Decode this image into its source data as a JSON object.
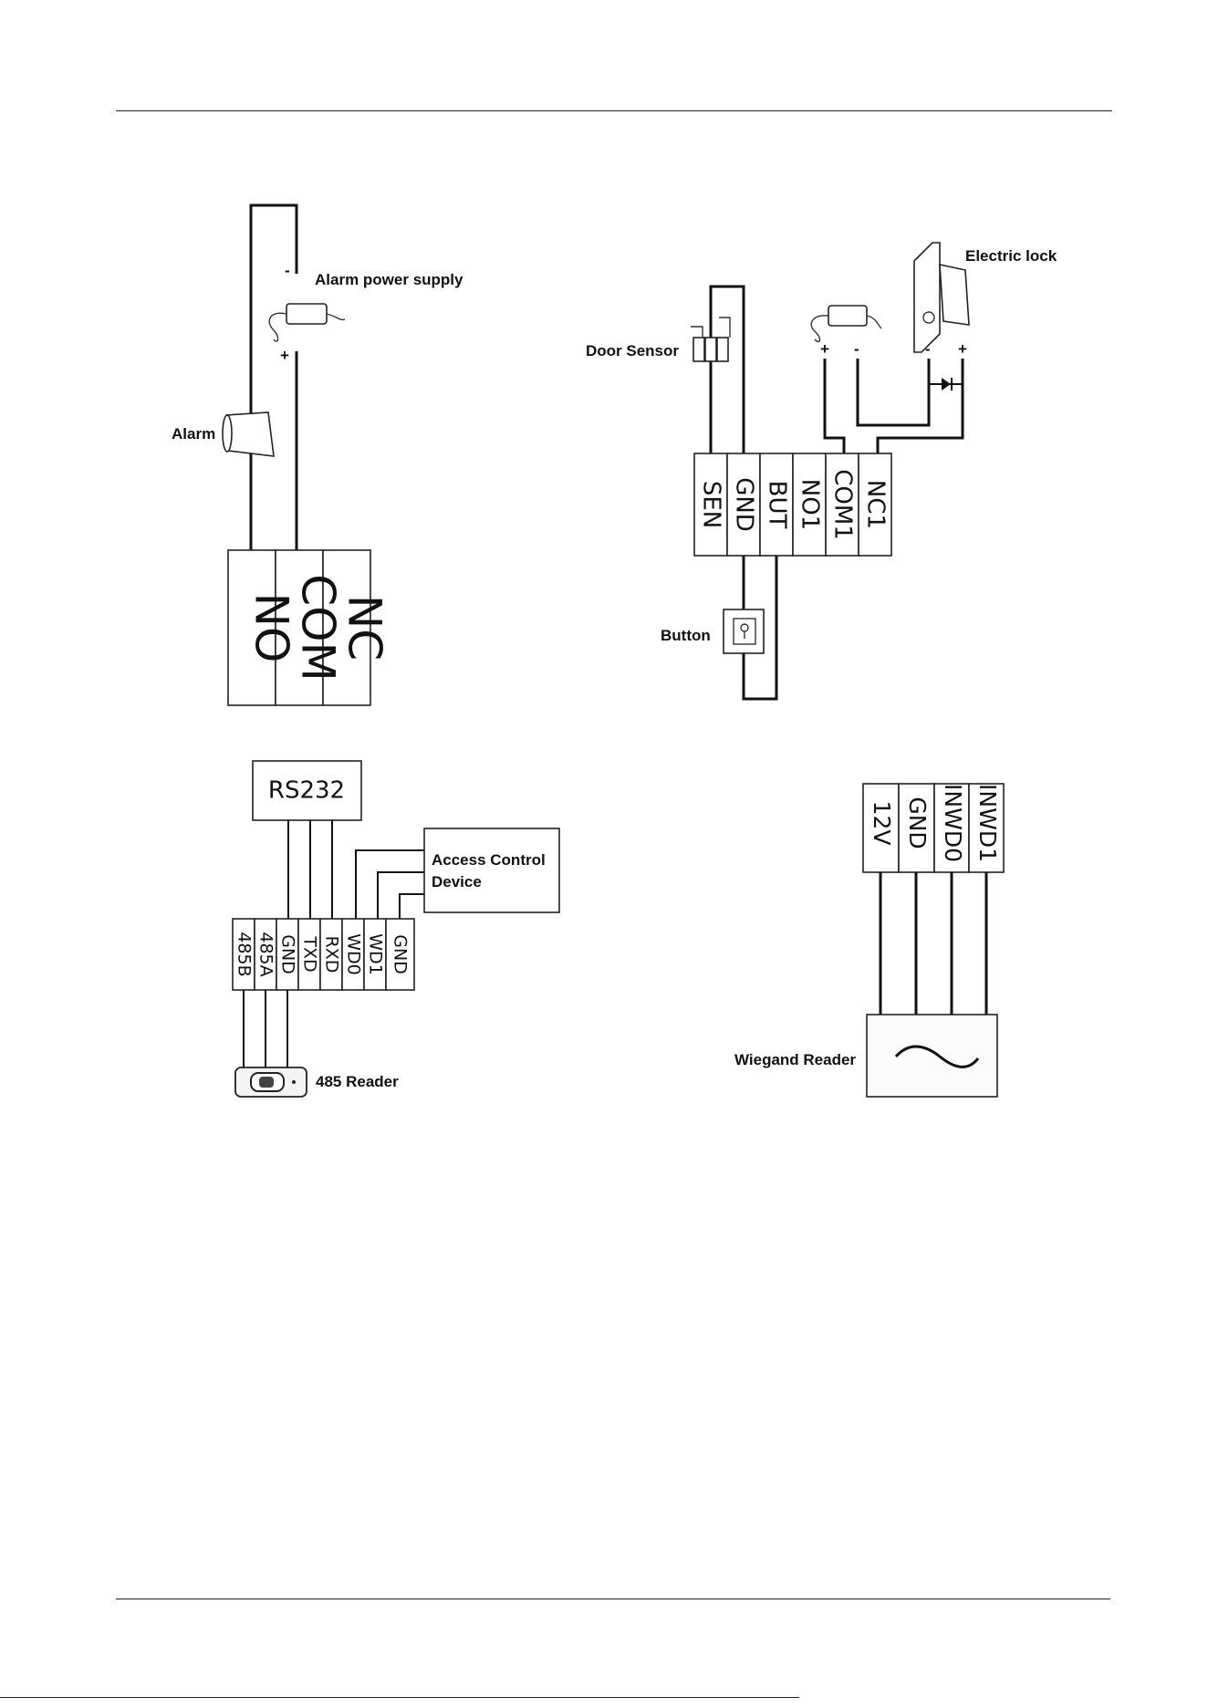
{
  "diagram_alarm": {
    "power_label": "Alarm power supply",
    "minus_sign": "-",
    "plus_sign": "+",
    "alarm_label": "Alarm",
    "terminals": [
      "NO",
      "COM",
      "NC"
    ]
  },
  "diagram_lock": {
    "lock_label": "Electric lock",
    "door_sensor_label": "Door Sensor",
    "button_label": "Button",
    "signs": [
      "+",
      "-",
      "-",
      "+"
    ],
    "terminals": [
      "SEN",
      "GND",
      "BUT",
      "NO1",
      "COM1",
      "NC1"
    ]
  },
  "diagram_rs": {
    "rs232_label": "RS232",
    "access_label_line1": "Access Control",
    "access_label_line2": "Device",
    "reader_label": "485 Reader",
    "terminals": [
      "485B",
      "485A",
      "GND",
      "TXD",
      "RXD",
      "WD0",
      "WD1",
      "GND"
    ]
  },
  "diagram_wiegand": {
    "reader_label": "Wiegand Reader",
    "terminals": [
      "12V",
      "GND",
      "INWD0",
      "INWD1"
    ]
  }
}
